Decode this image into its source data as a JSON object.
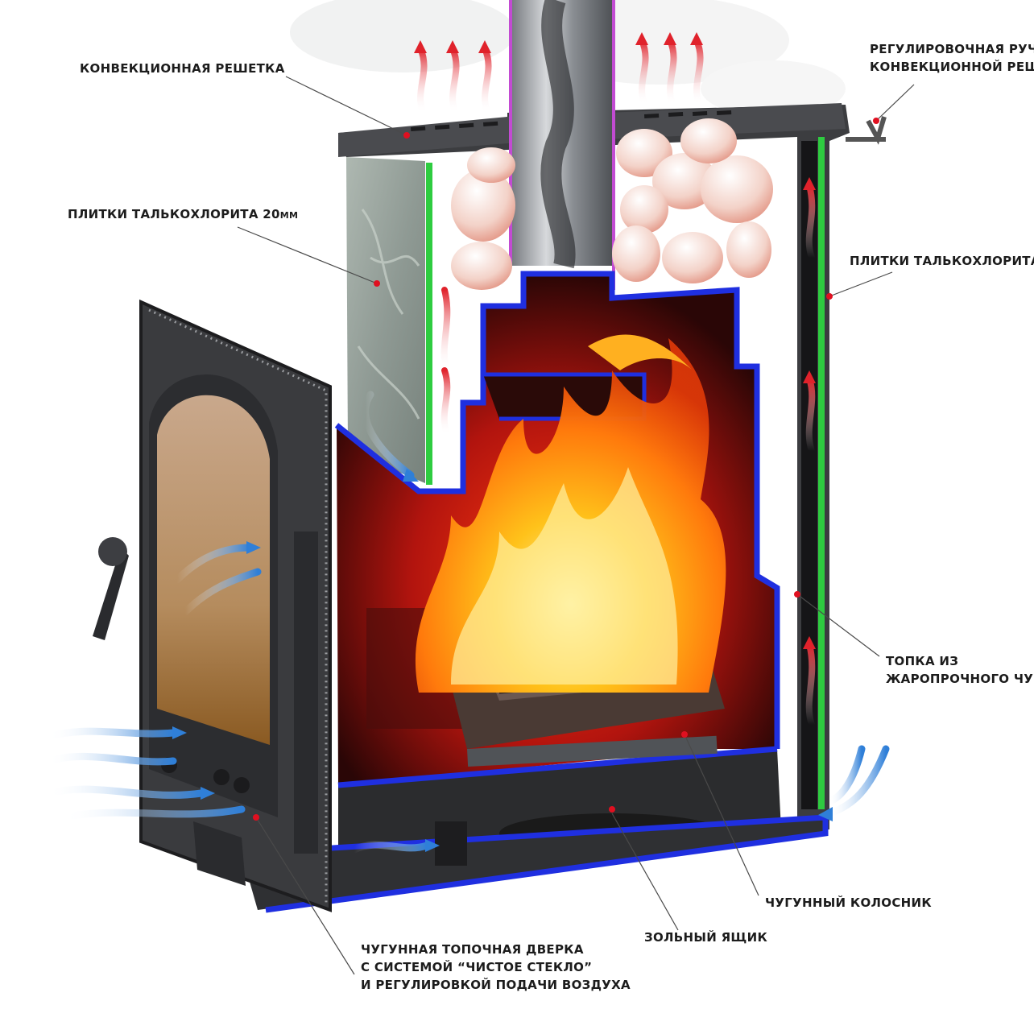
{
  "labels": {
    "convection_grille": "КОНВЕКЦИОННАЯ РЕШЕТКА",
    "adjust_handle_line1": "РЕГУЛИРОВОЧНАЯ РУЧКА",
    "adjust_handle_line2": "КОНВЕКЦИОННОЙ РЕШЕТКИ",
    "talc_tiles_left": "ПЛИТКИ ТАЛЬКОХЛОРИТА 20",
    "talc_tiles_left_unit": "ММ",
    "talc_tiles_right": "ПЛИТКИ ТАЛЬКОХЛОРИТА",
    "firebox_line1": "ТОПКА ИЗ",
    "firebox_line2": "ЖАРОПРОЧНОГО ЧУГУНА",
    "grate": "ЧУГУННЫЙ КОЛОСНИК",
    "ash_box": "ЗОЛЬНЫЙ ЯЩИК",
    "door_line1": "ЧУГУННАЯ ТОПОЧНАЯ ДВЕРКА",
    "door_line2": "С СИСТЕМОЙ “ЧИСТОЕ СТЕКЛО”",
    "door_line3": "И РЕГУЛИРОВКОЙ ПОДАЧИ ВОЗДУХА"
  },
  "colors": {
    "body_dark": "#3c3d40",
    "inner_wall": "#1b1b1d",
    "cast_iron_blue": "#1f2fe0",
    "talc_green_edge": "#2ecc40",
    "chimney_pink": "#c24bd2",
    "hot_air_red": "#e0222b",
    "cold_air_blue": "#3a8fe0",
    "leader_marker": "#e01020"
  },
  "icons": {
    "flame": "fire-icon",
    "hot_arrow": "hot-air-arrow-icon",
    "cold_arrow": "cold-air-arrow-icon",
    "stone": "sauna-stone-icon"
  }
}
